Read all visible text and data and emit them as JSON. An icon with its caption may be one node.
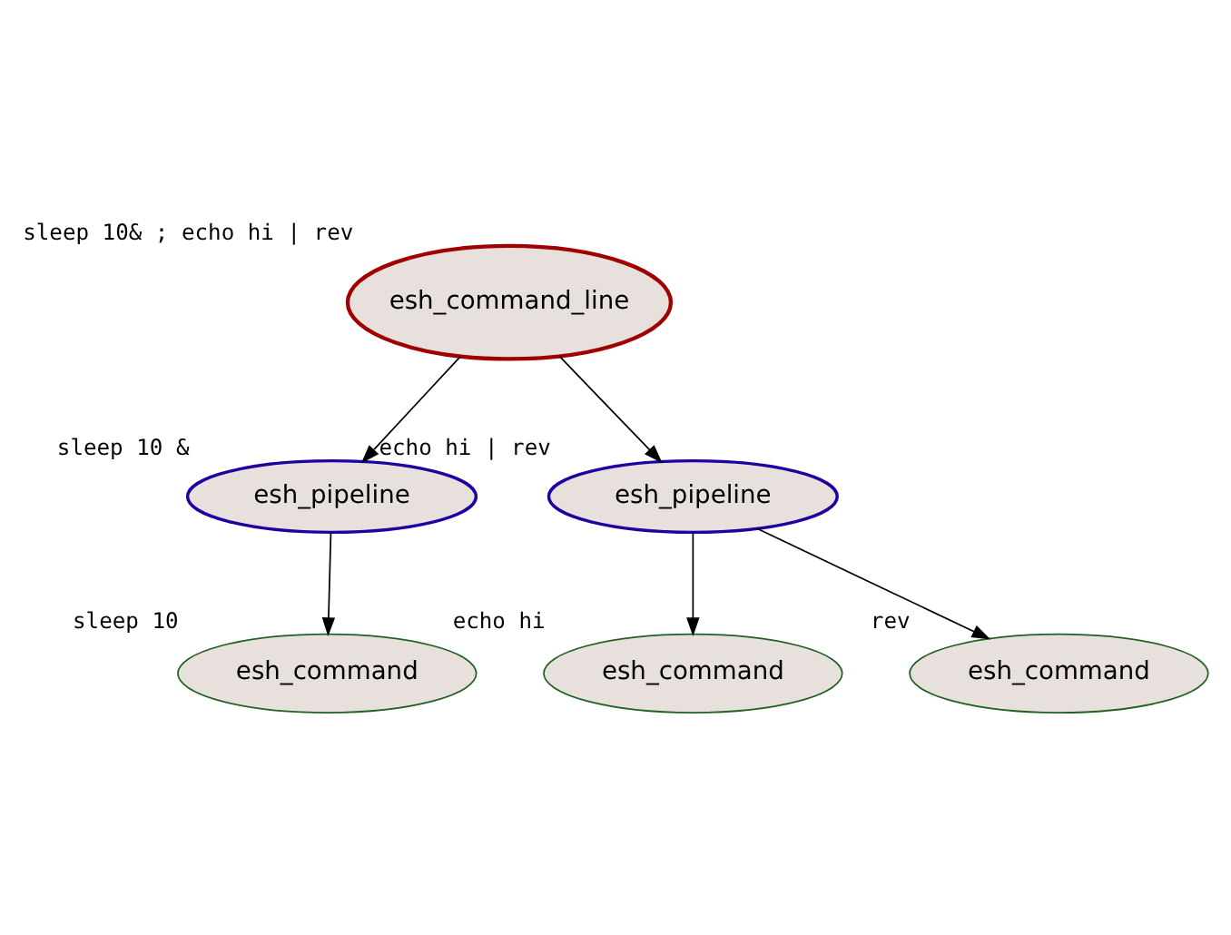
{
  "diagram": {
    "nodes": [
      {
        "text": [
          "esh_command_line"
        ],
        "beside": [
          "sleep 10& ; echo hi | rev"
        ]
      },
      {
        "text": [
          "esh_pipeline"
        ],
        "beside": [
          "sleep 10 &"
        ]
      },
      {
        "text": [
          "esh_pipeline"
        ],
        "beside": [
          "echo hi | rev"
        ]
      },
      {
        "text": [
          "esh_command"
        ],
        "beside": [
          "sleep 10"
        ]
      },
      {
        "text": [
          "esh_command"
        ],
        "beside": [
          "echo hi"
        ]
      },
      {
        "text": [
          "esh_command"
        ],
        "beside": [
          "rev"
        ]
      }
    ],
    "edges": [
      {
        "from": 0,
        "to": 1,
        "arrow": "to"
      },
      {
        "from": 0,
        "to": 2,
        "arrow": "to"
      },
      {
        "from": 1,
        "to": 3,
        "arrow": "to"
      },
      {
        "from": 2,
        "to": 4,
        "arrow": "to"
      },
      {
        "from": 2,
        "to": 5,
        "arrow": "to"
      }
    ]
  }
}
